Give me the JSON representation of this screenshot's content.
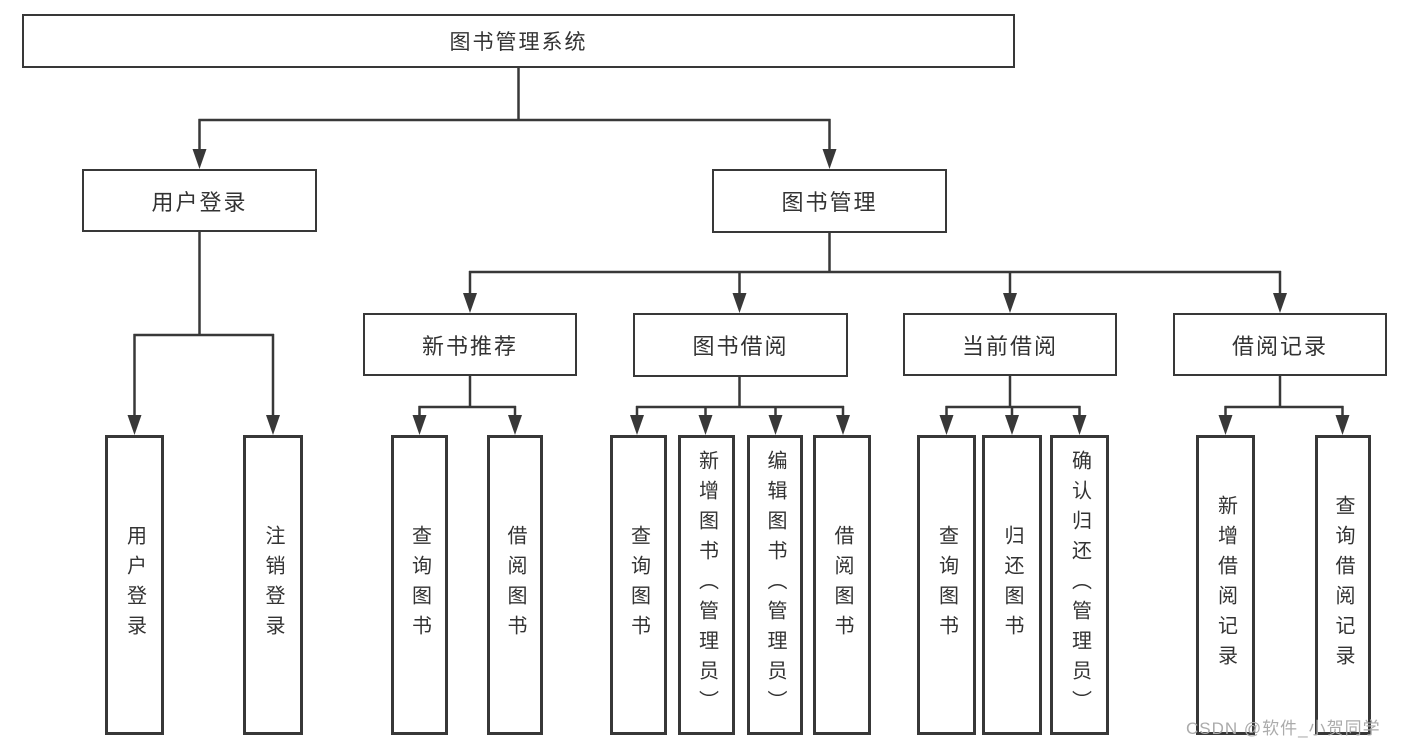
{
  "tree": {
    "root": {
      "label": "图书管理系统",
      "children": [
        {
          "label": "用户登录",
          "children": [
            {
              "label": "用户登录"
            },
            {
              "label": "注销登录"
            }
          ]
        },
        {
          "label": "图书管理",
          "children": [
            {
              "label": "新书推荐",
              "children": [
                {
                  "label": "查询图书"
                },
                {
                  "label": "借阅图书"
                }
              ]
            },
            {
              "label": "图书借阅",
              "children": [
                {
                  "label": "查询图书"
                },
                {
                  "label": "新增图书（管理员）"
                },
                {
                  "label": "编辑图书（管理员）"
                },
                {
                  "label": "借阅图书"
                }
              ]
            },
            {
              "label": "当前借阅",
              "children": [
                {
                  "label": "查询图书"
                },
                {
                  "label": "归还图书"
                },
                {
                  "label": "确认归还（管理员）"
                }
              ]
            },
            {
              "label": "借阅记录",
              "children": [
                {
                  "label": "新增借阅记录"
                },
                {
                  "label": "查询借阅记录"
                }
              ]
            }
          ]
        }
      ]
    }
  },
  "watermark": {
    "text": "CSDN @软件_小贺同学"
  },
  "colors": {
    "line": "#383838",
    "text": "#333333",
    "watermark": "#ababab",
    "background": "#ffffff"
  }
}
